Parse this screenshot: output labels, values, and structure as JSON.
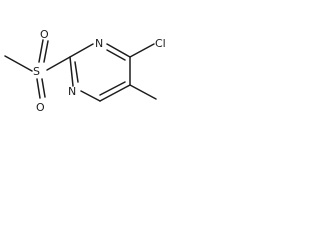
{
  "molecule": {
    "atoms": {
      "O_top": "O",
      "O_bottom": "O",
      "S": "S",
      "N_ring_top": "N",
      "N_ring_bottom": "N",
      "Cl": "Cl"
    }
  },
  "colors": {
    "bond": "#1c1c1c",
    "label": "#1c1c1c",
    "background": "#ffffff"
  }
}
